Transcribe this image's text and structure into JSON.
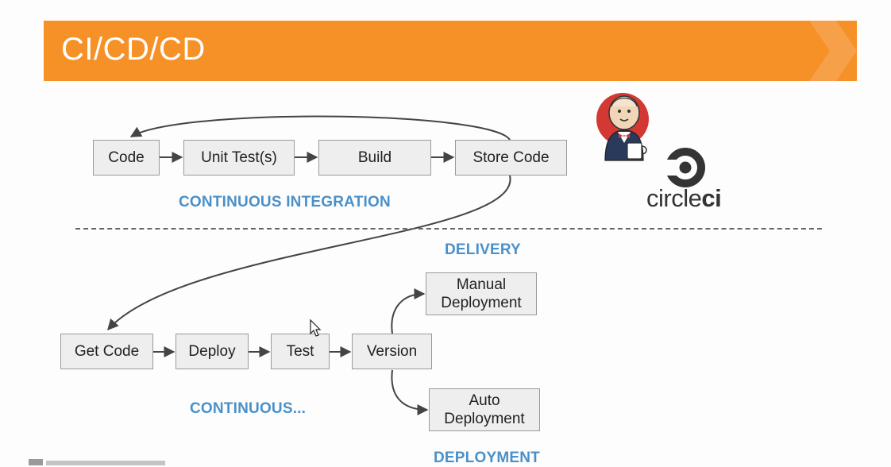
{
  "slide": {
    "title": "CI/CD/CD"
  },
  "ci": {
    "steps": [
      "Code",
      "Unit Test(s)",
      "Build",
      "Store Code"
    ],
    "label": "CONTINUOUS INTEGRATION"
  },
  "cd": {
    "steps": [
      "Get Code",
      "Deploy",
      "Test",
      "Version"
    ],
    "label": "CONTINUOUS...",
    "branch_top": {
      "label_line1": "Manual",
      "label_line2": "Deployment",
      "category": "DELIVERY"
    },
    "branch_bottom": {
      "label_line1": "Auto",
      "label_line2": "Deployment",
      "category": "DEPLOYMENT"
    }
  },
  "logos": {
    "jenkins": "jenkins-butler-logo",
    "circleci_light": "circle",
    "circleci_bold": "ci"
  },
  "colors": {
    "banner": "#f69127",
    "label_blue": "#4a90c8"
  }
}
